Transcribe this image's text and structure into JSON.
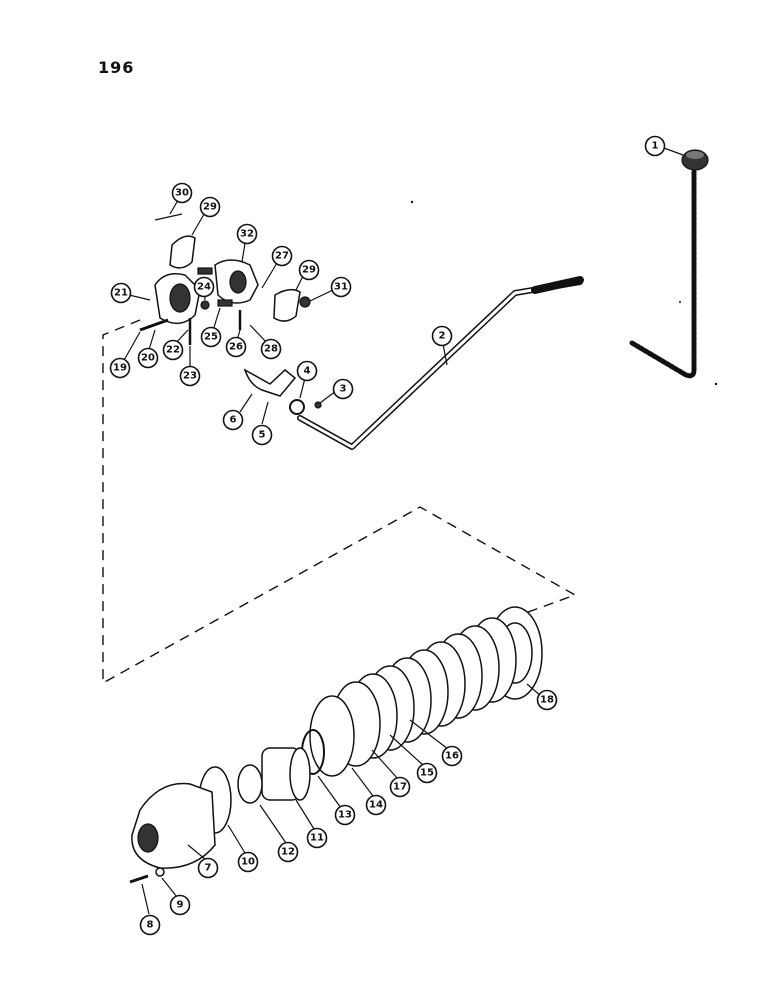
{
  "page": {
    "number": "196"
  },
  "callouts": [
    {
      "id": "1",
      "label": "1"
    },
    {
      "id": "2",
      "label": "2"
    },
    {
      "id": "3",
      "label": "3"
    },
    {
      "id": "4",
      "label": "4"
    },
    {
      "id": "5",
      "label": "5"
    },
    {
      "id": "6",
      "label": "6"
    },
    {
      "id": "7",
      "label": "7"
    },
    {
      "id": "8",
      "label": "8"
    },
    {
      "id": "9",
      "label": "9"
    },
    {
      "id": "10",
      "label": "10"
    },
    {
      "id": "11",
      "label": "11"
    },
    {
      "id": "12",
      "label": "12"
    },
    {
      "id": "13",
      "label": "13"
    },
    {
      "id": "14",
      "label": "14"
    },
    {
      "id": "15",
      "label": "15"
    },
    {
      "id": "16",
      "label": "16"
    },
    {
      "id": "17",
      "label": "17"
    },
    {
      "id": "18",
      "label": "18"
    },
    {
      "id": "19",
      "label": "19"
    },
    {
      "id": "20",
      "label": "20"
    },
    {
      "id": "21",
      "label": "21"
    },
    {
      "id": "22",
      "label": "22"
    },
    {
      "id": "23",
      "label": "23"
    },
    {
      "id": "24",
      "label": "24"
    },
    {
      "id": "25",
      "label": "25"
    },
    {
      "id": "26",
      "label": "26"
    },
    {
      "id": "27",
      "label": "27"
    },
    {
      "id": "28",
      "label": "28"
    },
    {
      "id": "29",
      "label": "29"
    },
    {
      "id": "30",
      "label": "30"
    },
    {
      "id": "31",
      "label": "31"
    },
    {
      "id": "32",
      "label": "32"
    }
  ]
}
